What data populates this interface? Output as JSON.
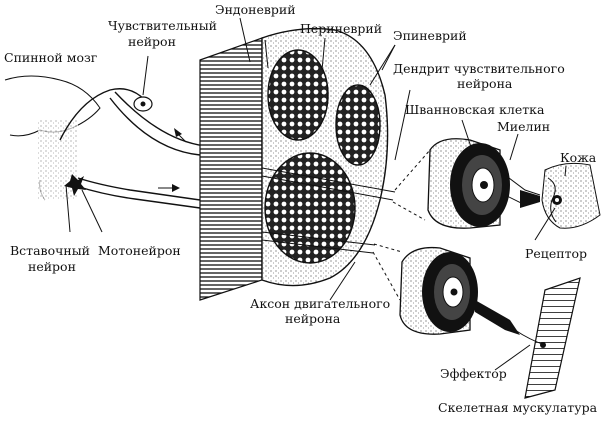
{
  "labels": {
    "sensory_neuron": [
      "Чувствительный",
      "нейрон"
    ],
    "spinal_cord": "Спинной мозг",
    "endoneurium": "Эндоневрий",
    "perineurium": "Периневрий",
    "epineurium": "Эпиневрий",
    "sensory_dendrite": [
      "Дендрит чувствительного",
      "нейрона"
    ],
    "schwann_cell": "Шванновская клетка",
    "myelin": "Миелин",
    "skin": "Кожа",
    "receptor": "Рецептор",
    "interneuron": [
      "Вставочный",
      "нейрон"
    ],
    "motoneuron": "Мотонейрон",
    "motor_axon": [
      "Аксон двигательного",
      "нейрона"
    ],
    "effector": "Эффектор",
    "skeletal_muscle": "Скелетная мускулатура"
  }
}
